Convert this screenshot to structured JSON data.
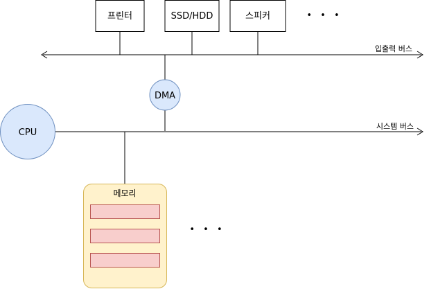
{
  "devices": [
    {
      "label": "프린터"
    },
    {
      "label": "SSD/HDD"
    },
    {
      "label": "스피커"
    }
  ],
  "top_ellipsis": "• • •",
  "io_bus_label": "입출력 버스",
  "system_bus_label": "시스템 버스",
  "dma_label": "DMA",
  "cpu_label": "CPU",
  "memory_label": "메모리",
  "bottom_ellipsis": "• • •",
  "colors": {
    "line": "#000000",
    "node_fill": "#dae8fc",
    "node_stroke": "#6c8ebf",
    "memory_fill": "#fff2cc",
    "memory_stroke": "#d6b656",
    "cell_fill": "#f8cecc",
    "cell_stroke": "#b85450"
  }
}
